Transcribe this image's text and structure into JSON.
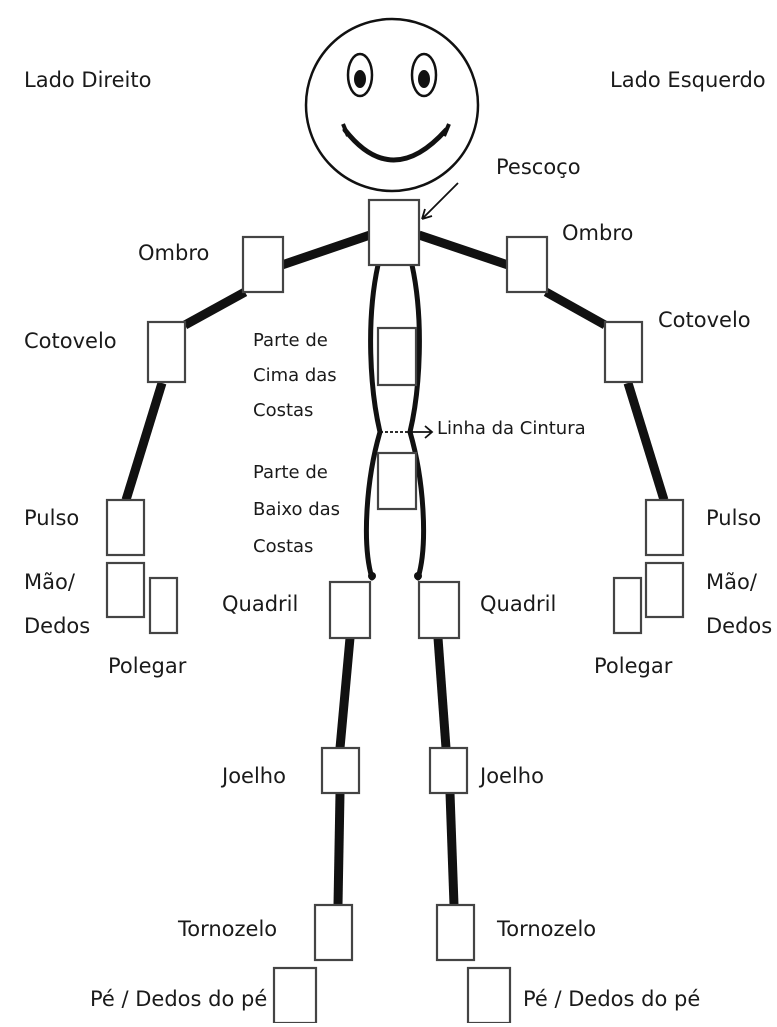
{
  "sides": {
    "right": "Lado Direito",
    "left": "Lado Esquerdo"
  },
  "labels": {
    "neck": "Pescoço",
    "shoulder_r": "Ombro",
    "shoulder_l": "Ombro",
    "elbow_r": "Cotovelo",
    "elbow_l": "Cotovelo",
    "upper_back": [
      "Parte de",
      "Cima das",
      "Costas"
    ],
    "waistline": "Linha da Cintura",
    "lower_back": [
      "Parte de",
      "Baixo das",
      "Costas"
    ],
    "wrist_r": "Pulso",
    "wrist_l": "Pulso",
    "hand_r": [
      "Mão/",
      "Dedos"
    ],
    "hand_l": [
      "Mão/",
      "Dedos"
    ],
    "thumb_r": "Polegar",
    "thumb_l": "Polegar",
    "hip_r": "Quadril",
    "hip_l": "Quadril",
    "knee_r": "Joelho",
    "knee_l": "Joelho",
    "ankle_r": "Tornozelo",
    "ankle_l": "Tornozelo",
    "foot_r": "Pé / Dedos do pé",
    "foot_l": "Pé / Dedos do pé"
  }
}
